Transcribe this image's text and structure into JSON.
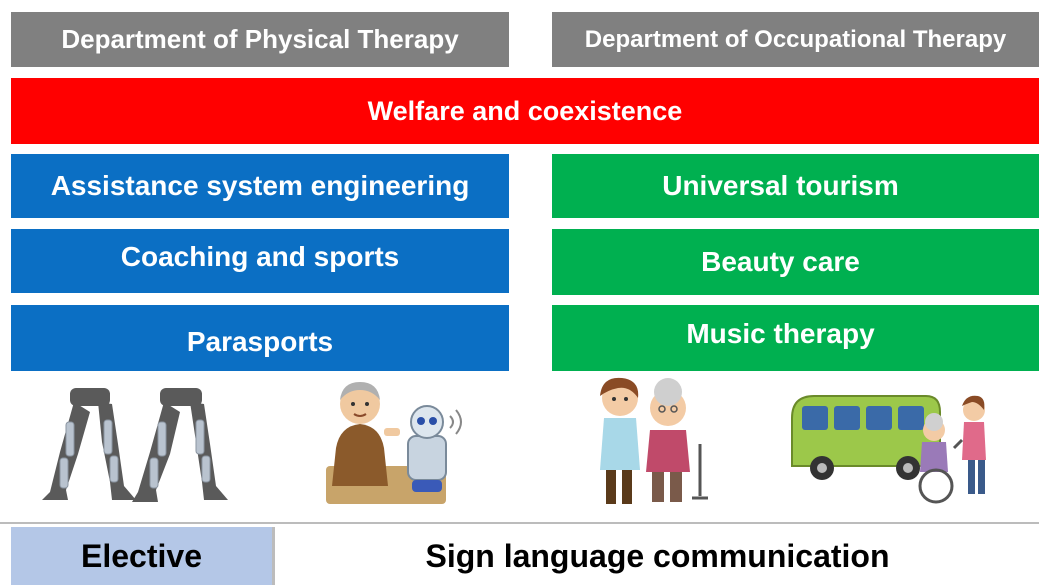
{
  "departments": {
    "physical": "Department of Physical Therapy",
    "occupational": "Department of Occupational Therapy"
  },
  "common": "Welfare and coexistence",
  "physical_courses": [
    "Assistance system engineering",
    "Coaching and sports",
    "Parasports"
  ],
  "occupational_courses": [
    "Universal tourism",
    "Beauty care",
    "Music therapy"
  ],
  "footer": {
    "elective_label": "Elective",
    "course": "Sign language communication"
  },
  "illustrations": [
    "exoskeleton-walkers-illustration",
    "elderly-man-with-robot-illustration",
    "caregiver-with-elderly-woman-illustration",
    "bus-and-wheelchair-illustration"
  ],
  "colors": {
    "department_header": "#808080",
    "welfare_bar": "#ff0000",
    "physical_courses": "#0b6fc4",
    "occupational_courses": "#00b050",
    "elective_cell": "#b4c7e7"
  }
}
